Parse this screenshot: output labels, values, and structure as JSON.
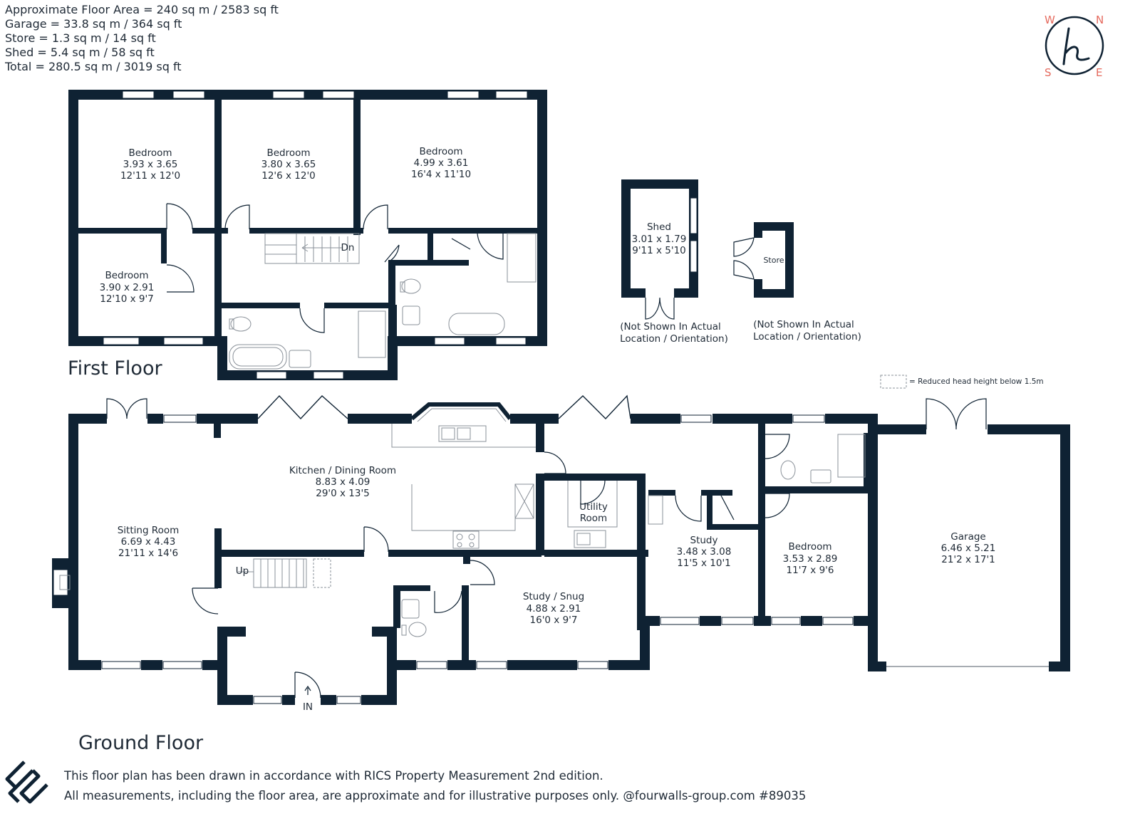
{
  "summary": {
    "floor_area": "Approximate Floor Area = 240 sq m / 2583 sq ft",
    "garage": "Garage = 33.8 sq m / 364 sq ft",
    "store": "Store = 1.3 sq m / 14 sq ft",
    "shed": "Shed = 5.4 sq m / 58 sq ft",
    "total": "Total  = 280.5 sq m / 3019 sq ft"
  },
  "compass": {
    "w": "W",
    "n": "N",
    "s": "S",
    "e": "E"
  },
  "colors": {
    "wall": "#0f2233",
    "text": "#1f2a36",
    "fixture": "#8a9199",
    "compass_letters": "#e56a5e"
  },
  "first_floor": {
    "title": "First Floor",
    "bed1": {
      "name": "Bedroom",
      "metric": "3.93 x 3.65",
      "imperial": "12'11 x 12'0"
    },
    "bed2": {
      "name": "Bedroom",
      "metric": "3.80 x 3.65",
      "imperial": "12'6 x 12'0"
    },
    "bed3": {
      "name": "Bedroom",
      "metric": "4.99 x 3.61",
      "imperial": "16'4 x 11'10"
    },
    "bed4": {
      "name": "Bedroom",
      "metric": "3.90 x 2.91",
      "imperial": "12'10 x 9'7"
    },
    "stairs": "Dn"
  },
  "outbuildings": {
    "shed": {
      "name": "Shed",
      "metric": "3.01 x 1.79",
      "imperial": "9'11 x 5'10"
    },
    "store": {
      "name": "Store"
    },
    "note_line1": "(Not Shown In Actual",
    "note_line2": "Location / Orientation)"
  },
  "legend": "= Reduced head height below 1.5m",
  "ground_floor": {
    "title": "Ground Floor",
    "kitchen": {
      "name": "Kitchen / Dining Room",
      "metric": "8.83 x 4.09",
      "imperial": "29'0 x 13'5"
    },
    "sitting": {
      "name": "Sitting Room",
      "metric": "6.69 x 4.43",
      "imperial": "21'11 x 14'6"
    },
    "utility": {
      "line1": "Utility",
      "line2": "Room"
    },
    "study": {
      "name": "Study",
      "metric": "3.48 x 3.08",
      "imperial": "11'5 x 10'1"
    },
    "bedroom": {
      "name": "Bedroom",
      "metric": "3.53 x 2.89",
      "imperial": "11'7 x 9'6"
    },
    "garage": {
      "name": "Garage",
      "metric": "6.46 x 5.21",
      "imperial": "21'2 x 17'1"
    },
    "snug": {
      "name": "Study / Snug",
      "metric": "4.88 x 2.91",
      "imperial": "16'0 x 9'7"
    },
    "up": "Up",
    "entrance": "IN"
  },
  "footer": {
    "line1": "This floor plan has been drawn in accordance with RICS Property Measurement 2nd edition.",
    "line2": "All measurements, including the floor area, are approximate and for illustrative purposes only. @fourwalls-group.com #89035"
  }
}
